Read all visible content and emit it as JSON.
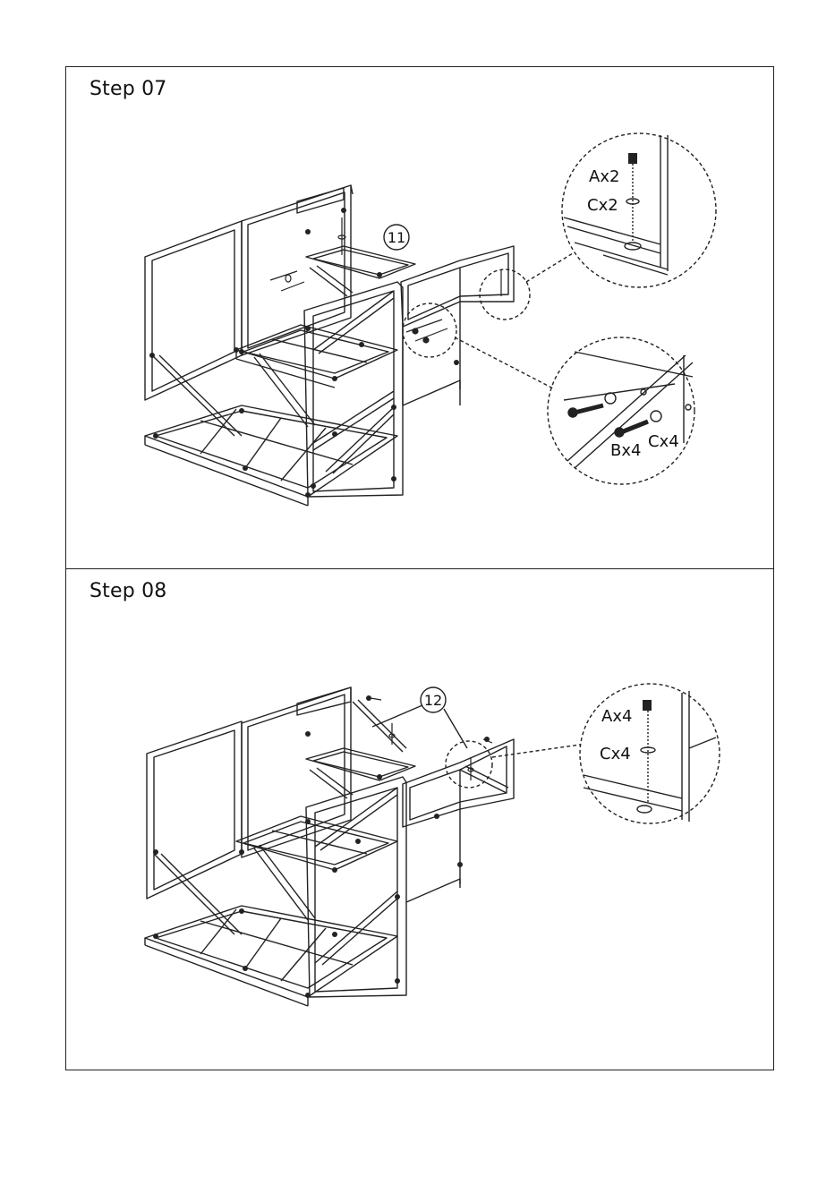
{
  "steps": [
    {
      "title": "Step 07",
      "part_callout": "11",
      "detail_top": {
        "screw_label": "Ax2",
        "washer_label": "Cx2"
      },
      "detail_bottom": {
        "bolt_label": "Bx4",
        "washer_label": "Cx4"
      }
    },
    {
      "title": "Step 08",
      "part_callout": "12",
      "detail": {
        "screw_label": "Ax4",
        "washer_label": "Cx4"
      }
    }
  ]
}
